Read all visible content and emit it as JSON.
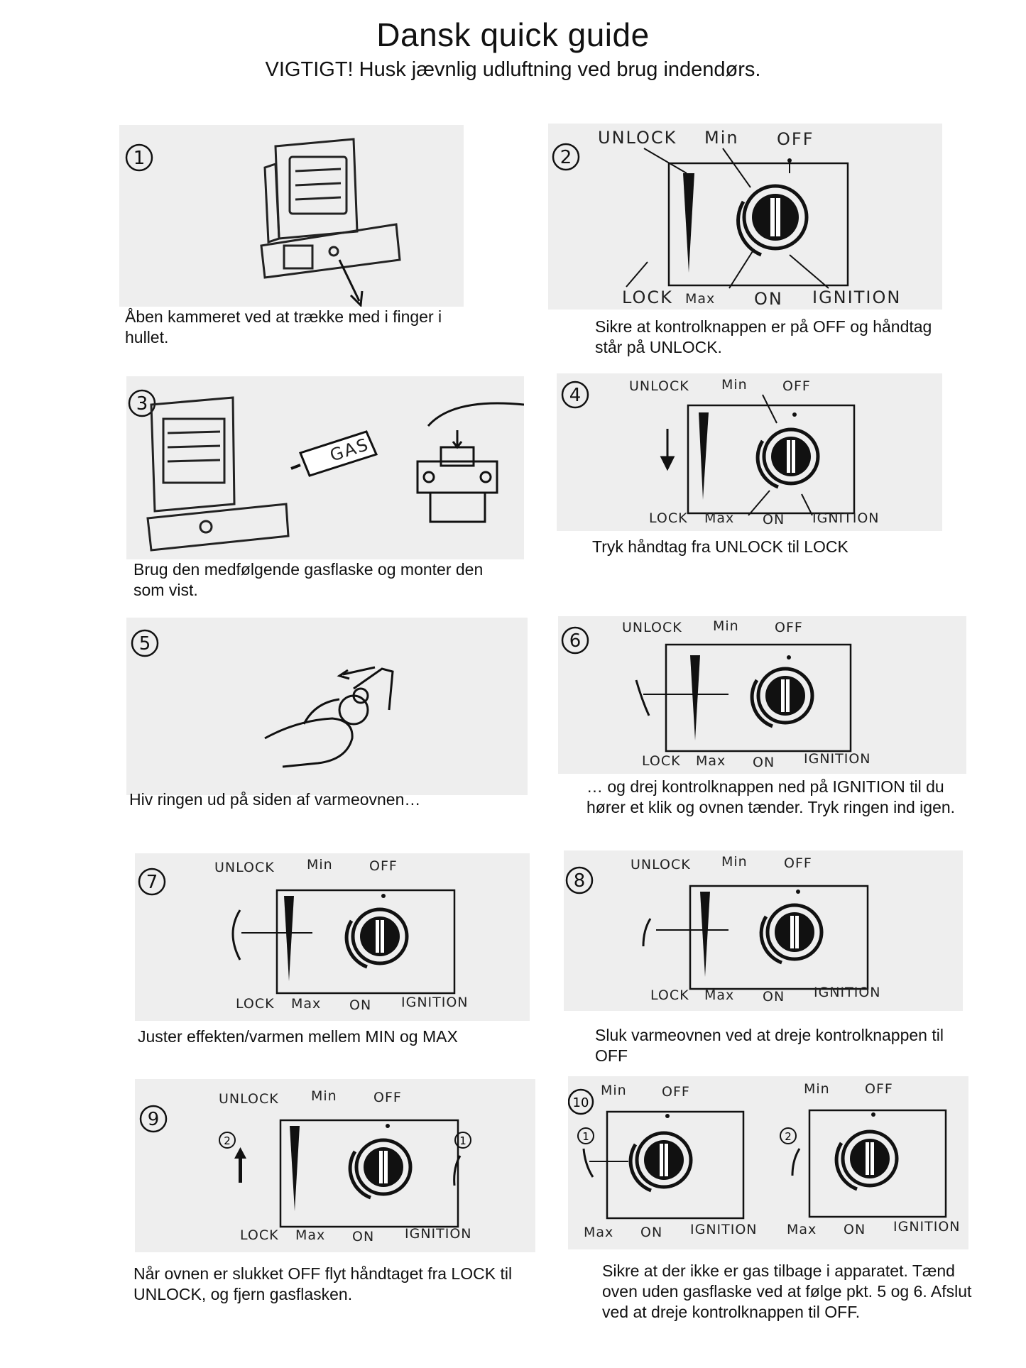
{
  "header": {
    "title": "Dansk quick guide",
    "subtitle": "VIGTIGT! Husk jævnlig udluftning ved brug indendørs."
  },
  "labels": {
    "unlock": "UNLOCK",
    "min": "Min",
    "off": "OFF",
    "lock": "LOCK",
    "max": "Max",
    "on": "ON",
    "ignition": "IGNITION",
    "gas": "GAS"
  },
  "steps": [
    {
      "number": "1",
      "caption": "Åben kammeret ved at trække med i finger i hullet."
    },
    {
      "number": "2",
      "caption": "Sikre at kontrolknappen er på OFF og håndtag står på UNLOCK."
    },
    {
      "number": "3",
      "caption": "Brug den medfølgende gasflaske og monter den som vist."
    },
    {
      "number": "4",
      "caption": "Tryk håndtag fra UNLOCK til LOCK"
    },
    {
      "number": "5",
      "caption": "Hiv ringen ud på siden af varmeovnen…"
    },
    {
      "number": "6",
      "caption": "… og drej kontrolknappen ned på IGNITION til du hører et klik og ovnen tænder. Tryk ringen ind igen."
    },
    {
      "number": "7",
      "caption": "Juster effekten/varmen mellem MIN og MAX"
    },
    {
      "number": "8",
      "caption": "Sluk varmeovnen ved at dreje kontrolknappen til OFF"
    },
    {
      "number": "9",
      "caption": "Når ovnen er slukket OFF flyt håndtaget fra LOCK til UNLOCK, og fjern gasflasken."
    },
    {
      "number": "10",
      "caption": "Sikre at der ikke er gas tilbage i apparatet. Tænd oven uden gasflaske ved at følge pkt. 5 og 6. Afslut ved at dreje kontrolknappen til OFF."
    }
  ],
  "sub_markers": {
    "one": "1",
    "two": "2"
  }
}
